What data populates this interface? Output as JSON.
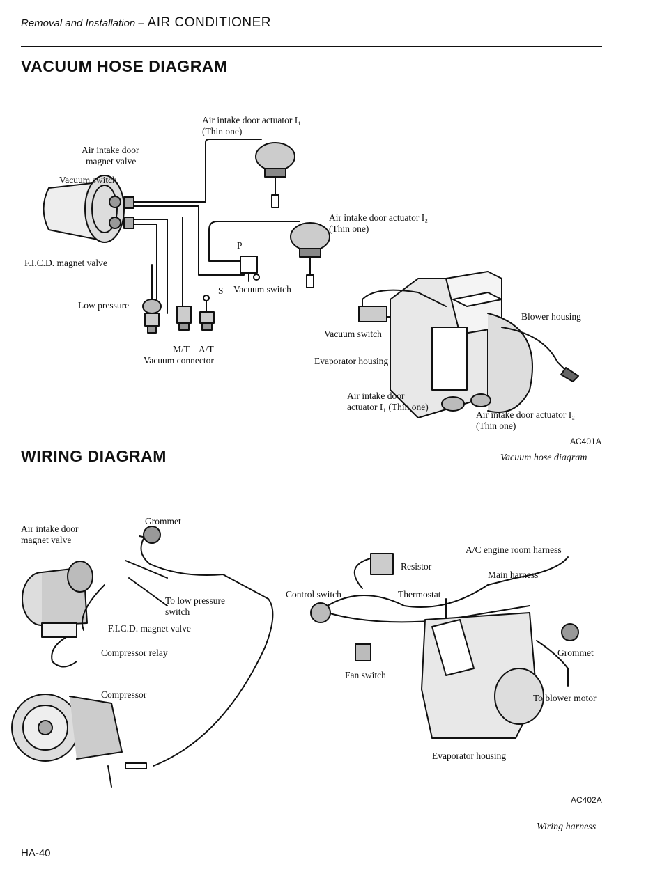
{
  "header": {
    "section_prefix": "Removal and Installation –",
    "section": "AIR CONDITIONER"
  },
  "vacuum": {
    "title": "VACUUM HOSE DIAGRAM",
    "labels": {
      "actuator_i1_top": "Air intake door actuator I₁",
      "thin_one_1": "(Thin one)",
      "intake_magnet_1": "Air intake door",
      "intake_magnet_2": "magnet valve",
      "vacuum_switch_left": "Vacuum switch",
      "actuator_i2_right": "Air intake door actuator I₂",
      "thin_one_2": "(Thin one)",
      "p": "P",
      "fcd_magnet": "F.I.C.D. magnet valve",
      "s": "S",
      "vacuum_switch_mid": "Vacuum switch",
      "low_pressure": "Low pressure",
      "mt": "M/T",
      "at": "A/T",
      "vacuum_connector": "Vacuum connector",
      "blower_housing": "Blower housing",
      "vacuum_switch_right": "Vacuum switch",
      "evap_housing": "Evaporator housing",
      "actuator_i1_bottom_1": "Air intake door",
      "actuator_i1_bottom_2": "actuator I₁ (Thin one)",
      "actuator_i2_bottom_1": "Air intake door actuator I₂",
      "actuator_i2_bottom_2": "(Thin one)"
    },
    "code": "AC401A",
    "caption": "Vacuum hose diagram"
  },
  "wiring": {
    "title": "WIRING DIAGRAM",
    "labels": {
      "intake_magnet_1": "Air intake door",
      "intake_magnet_2": "magnet valve",
      "grommet_top": "Grommet",
      "low_pressure_1": "To low pressure",
      "low_pressure_2": "switch",
      "fcd_magnet": "F.I.C.D. magnet valve",
      "compressor_relay": "Compressor relay",
      "compressor": "Compressor",
      "resistor": "Resistor",
      "ac_harness": "A/C engine room harness",
      "main_harness": "Main harness",
      "control_switch": "Control switch",
      "thermostat": "Thermostat",
      "grommet_right": "Grommet",
      "fan_switch": "Fan switch",
      "blower_motor": "To blower motor",
      "evap_housing": "Evaporator housing"
    },
    "code": "AC402A",
    "caption": "Wiring harness"
  },
  "footer": {
    "page_number": "HA-40"
  }
}
